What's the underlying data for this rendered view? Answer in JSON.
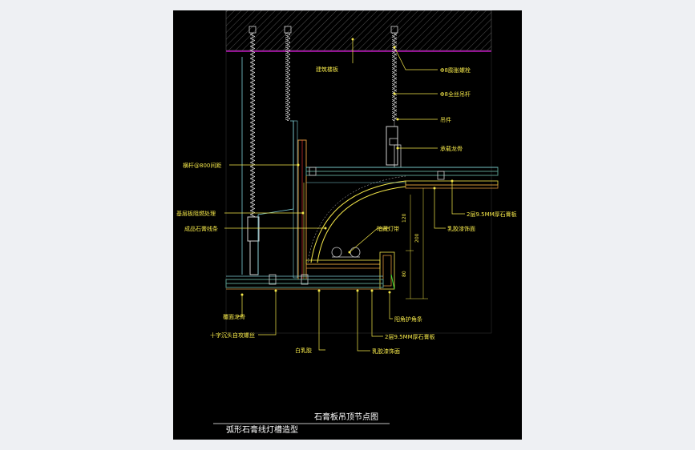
{
  "drawing": {
    "title": "石膏板吊顶节点图",
    "subtitle": "弧形石膏线灯槽造型",
    "labels": {
      "slab": "建筑楼板",
      "expansion_bolt": "Φ8膨胀螺栓",
      "hanger_rod": "Φ8全丝吊杆",
      "hanger": "吊件",
      "main_keel": "承载龙骨",
      "spacing": "横杆@800间距",
      "fire_treatment": "基层板阻燃处理",
      "gypsum_line": "成品石膏线条",
      "hidden_light": "暗藏灯带",
      "board_right_top": "2层9.5MM厚石膏板",
      "putty_right": "乳胶漆饰面",
      "cover_keel": "覆面龙骨",
      "screw": "十字沉头自攻螺丝",
      "yang_corner": "阳角护角条",
      "board_bottom": "2层9.5MM厚石膏板",
      "white_latex": "白乳胶",
      "putty_bottom": "乳胶漆饰面"
    },
    "dimensions": {
      "d120": "120",
      "d200": "200",
      "d80": "80"
    }
  },
  "colors": {
    "background": "#000000",
    "label": "#f5e84a",
    "board": "#5a9a8c",
    "slab_line": "#ff00ff",
    "steel": "#7fd0d8",
    "wood": "#d8923a",
    "red": "#ff3a3a",
    "white": "#ffffff"
  }
}
